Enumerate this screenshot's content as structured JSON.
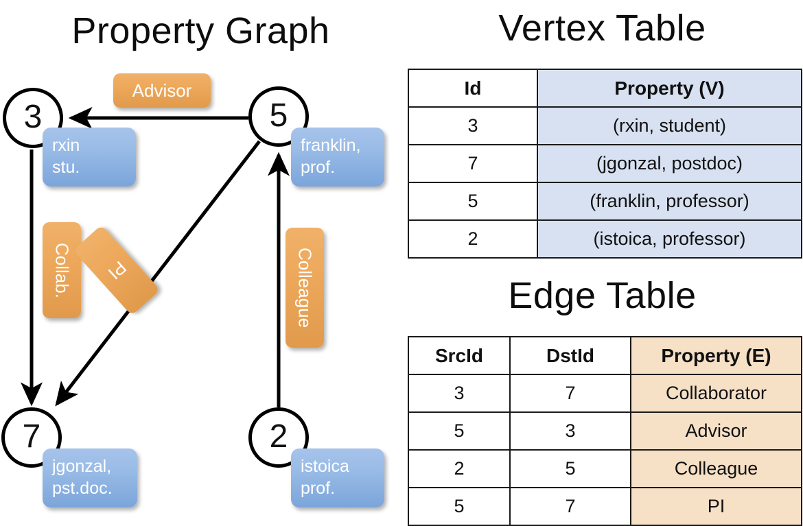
{
  "titles": {
    "property_graph": "Property Graph",
    "vertex_table": "Vertex Table",
    "edge_table": "Edge Table"
  },
  "graph": {
    "nodes": [
      {
        "id": "3",
        "property_line1": "rxin",
        "property_line2": "stu."
      },
      {
        "id": "5",
        "property_line1": "franklin,",
        "property_line2": "prof."
      },
      {
        "id": "7",
        "property_line1": "jgonzal,",
        "property_line2": "pst.doc."
      },
      {
        "id": "2",
        "property_line1": "istoica",
        "property_line2": "prof."
      }
    ],
    "edge_labels": [
      {
        "name": "advisor",
        "text": "Advisor"
      },
      {
        "name": "collab",
        "text": "Collab."
      },
      {
        "name": "pi",
        "text": "PI"
      },
      {
        "name": "colleague",
        "text": "Colleague"
      }
    ]
  },
  "vertex_table": {
    "headers": [
      "Id",
      "Property (V)"
    ],
    "rows": [
      [
        "3",
        "(rxin, student)"
      ],
      [
        "7",
        "(jgonzal, postdoc)"
      ],
      [
        "5",
        "(franklin, professor)"
      ],
      [
        "2",
        "(istoica, professor)"
      ]
    ]
  },
  "edge_table": {
    "headers": [
      "SrcId",
      "DstId",
      "Property (E)"
    ],
    "rows": [
      [
        "3",
        "7",
        "Collaborator"
      ],
      [
        "5",
        "3",
        "Advisor"
      ],
      [
        "2",
        "5",
        "Colleague"
      ],
      [
        "5",
        "7",
        "PI"
      ]
    ]
  },
  "colors": {
    "vertex_box": "#9ABCE7",
    "edge_label_box": "#EDA85B",
    "vertex_cell": "#D7E1F1",
    "edge_cell": "#F6E0C6",
    "stroke": "#000000"
  }
}
